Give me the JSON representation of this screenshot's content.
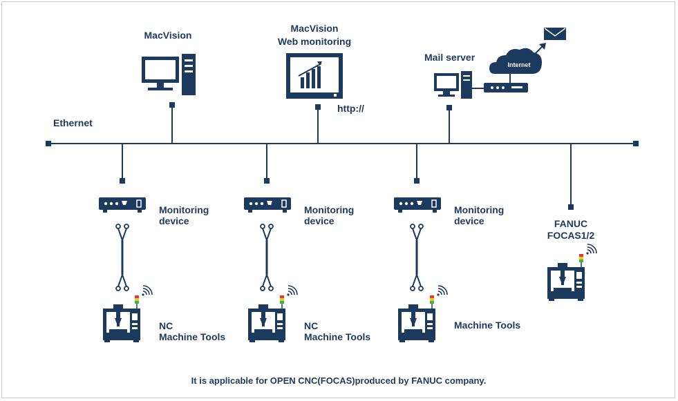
{
  "nodes": {
    "macvision": {
      "label": "MacVision"
    },
    "web": {
      "line1": "MacVision",
      "line2": "Web monitoring",
      "url": "http://"
    },
    "mail": {
      "label": "Mail server",
      "cloud": "Internet"
    },
    "network": {
      "label": "Ethernet"
    },
    "dev1": {
      "line1": "Monitoring",
      "line2": "device"
    },
    "dev2": {
      "line1": "Monitoring",
      "line2": "device"
    },
    "dev3": {
      "line1": "Monitoring",
      "line2": "device"
    },
    "mt1": {
      "line1": "NC",
      "line2": "Machine Tools"
    },
    "mt2": {
      "line1": "NC",
      "line2": "Machine Tools"
    },
    "mt3": {
      "line1": "Machine Tools"
    },
    "fanuc": {
      "line1": "FANUC",
      "line2": "FOCAS1/2"
    }
  },
  "footer": "It is applicable for OPEN CNC(FOCAS)produced by FANUC company.",
  "colors": {
    "primary": "#1c3a5e",
    "signal_red": "#e53b2e",
    "signal_yellow": "#f2c81c",
    "signal_green": "#3db34a"
  }
}
